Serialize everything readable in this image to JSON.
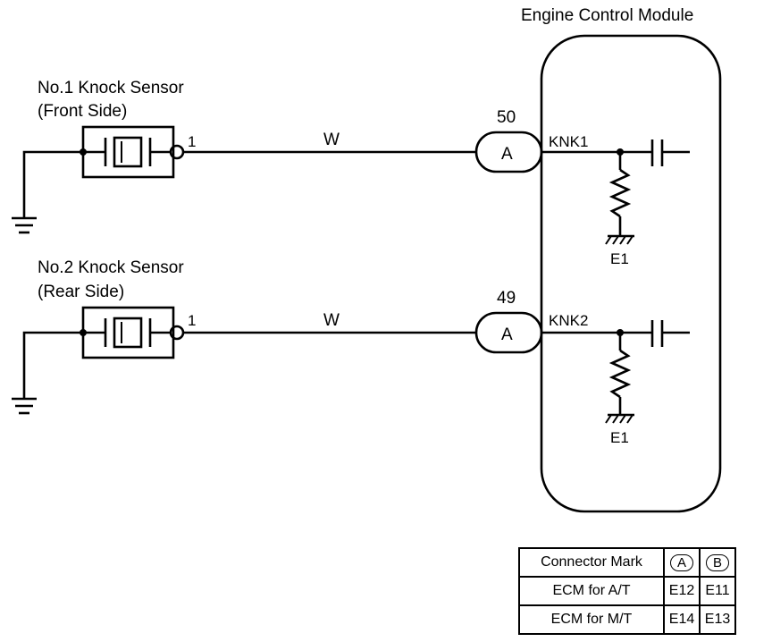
{
  "ecm": {
    "title": "Engine Control Module"
  },
  "sensors": [
    {
      "name": "No.1 Knock Sensor",
      "side": "(Front Side)",
      "pin": "1",
      "wire": "W",
      "connector": "A",
      "ecm_pin": "50",
      "signal": "KNK1",
      "ground": "E1"
    },
    {
      "name": "No.2 Knock Sensor",
      "side": "(Rear Side)",
      "pin": "1",
      "wire": "W",
      "connector": "A",
      "ecm_pin": "49",
      "signal": "KNK2",
      "ground": "E1"
    }
  ],
  "connector_table": {
    "header": "Connector Mark",
    "marks": [
      "A",
      "B"
    ],
    "rows": [
      {
        "label": "ECM for A/T",
        "values": [
          "E12",
          "E11"
        ]
      },
      {
        "label": "ECM for M/T",
        "values": [
          "E14",
          "E13"
        ]
      }
    ]
  }
}
